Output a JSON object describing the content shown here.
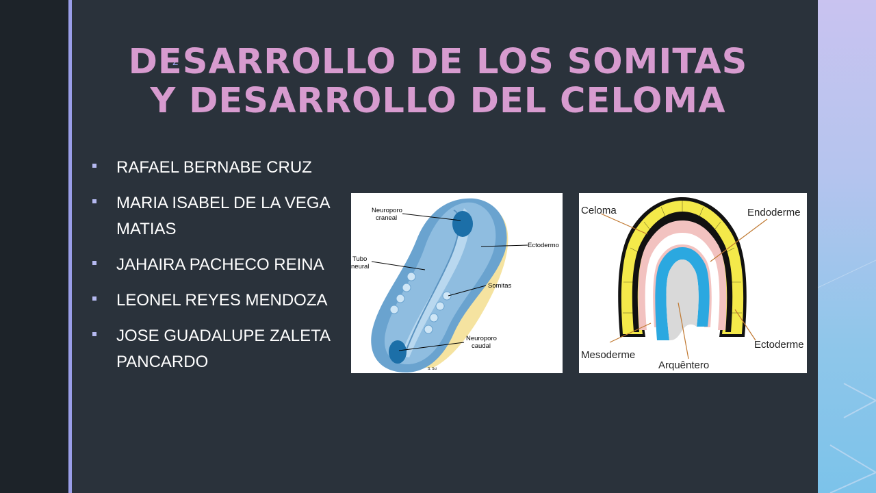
{
  "slide": {
    "title_line1": "DESARROLLO DE LOS SOMITAS",
    "title_line2": "Y DESARROLLO DEL CELOMA",
    "z_mark": "z",
    "members": [
      "RAFAEL BERNABE CRUZ",
      "MARIA ISABEL DE LA VEGA MATIAS",
      "JAHAIRA PACHECO REINA",
      "LEONEL REYES MENDOZA",
      "JOSE GUADALUPE ZALETA PANCARDO"
    ]
  },
  "figure1": {
    "labels": {
      "neuroporo_craneal_1": "Neuroporo",
      "neuroporo_craneal_2": "craneal",
      "ectodermo": "Ectodermo",
      "tubo_1": "Tubo",
      "tubo_2": "neural",
      "somitas": "Somitas",
      "neuroporo_caudal_1": "Neuroporo",
      "neuroporo_caudal_2": "caudal",
      "signature": "S. Sci"
    }
  },
  "figure2": {
    "labels": {
      "celoma": "Celoma",
      "endoderme": "Endoderme",
      "mesoderme": "Mesoderme",
      "ectoderme": "Ectoderme",
      "arquentero": "Arquêntero"
    }
  },
  "colors": {
    "title": "#d79bcf",
    "accent": "#9a9ee8",
    "background": "#2a323b"
  }
}
